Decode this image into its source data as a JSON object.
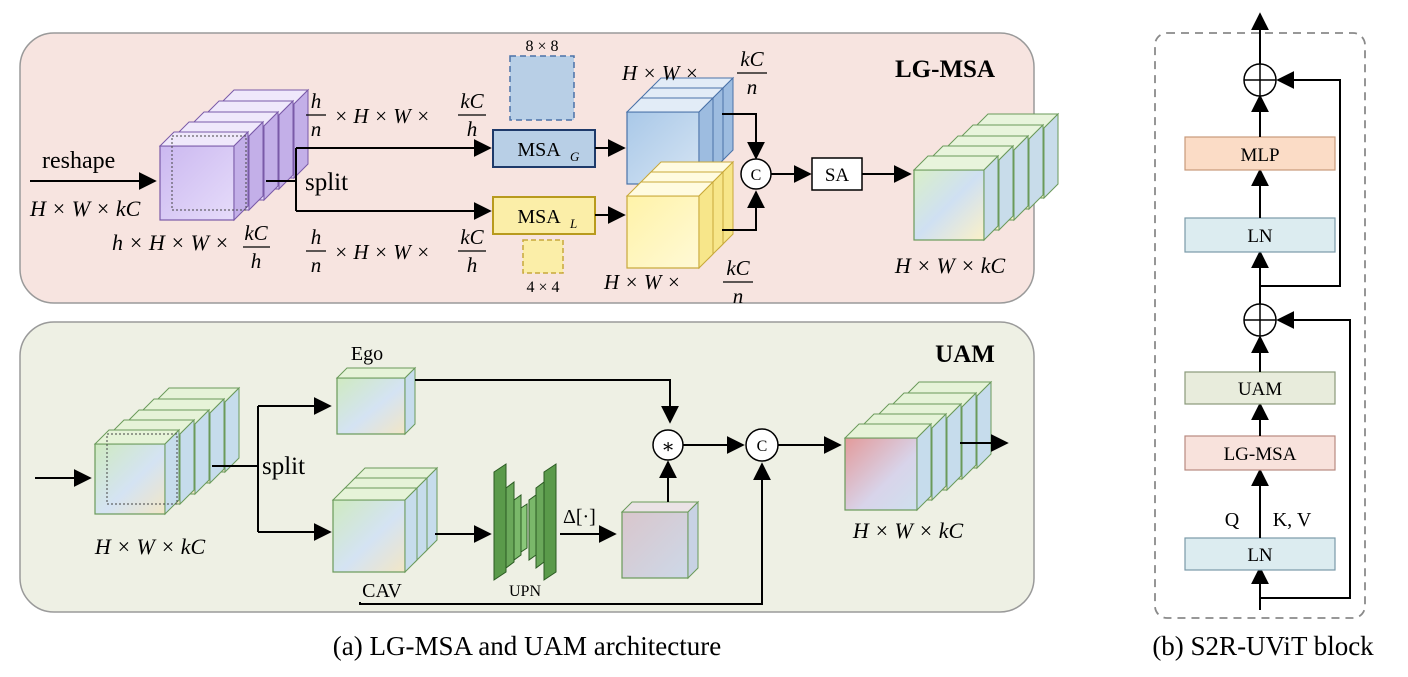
{
  "panel_a": {
    "caption": "(a) LG-MSA and UAM architecture",
    "lgmsa": {
      "title": "LG-MSA",
      "reshape_label": "reshape",
      "input_dim": "H × W × kC",
      "split_label": "split",
      "stack_dim_left": "h × H × W ×",
      "stack_dim_num": "kC",
      "stack_dim_den": "h",
      "branch_top_frac_num": "h",
      "branch_top_frac_den": "n",
      "branch_top_mid": "× H × W ×",
      "branch_top_frac2_num": "kC",
      "branch_top_frac2_den": "h",
      "msa_g": "MSA",
      "msa_g_sub": "G",
      "msa_l": "MSA",
      "msa_l_sub": "L",
      "win_g": "8 × 8",
      "win_l": "4 × 4",
      "out_top_left": "H × W ×",
      "out_top_num": "kC",
      "out_top_den": "n",
      "concat": "C",
      "sa": "SA",
      "output_dim": "H × W × kC",
      "colors": {
        "panel": "#f7e4e0",
        "msa_g": "#b8cfe6",
        "msa_l": "#fbeea8",
        "purple": "#d8c8f2"
      }
    },
    "uam": {
      "title": "UAM",
      "split_label": "split",
      "input_dim": "H × W × kC",
      "ego_label": "Ego",
      "cav_label": "CAV",
      "upn_label": "UPN",
      "delta_label": "Δ[·]",
      "multiply": "∗",
      "concat": "C",
      "output_dim": "H × W × kC",
      "colors": {
        "panel": "#eef0e4",
        "upn": "#6aa25a"
      }
    }
  },
  "panel_b": {
    "caption": "(b) S2R-UViT block",
    "blocks": {
      "mlp": "MLP",
      "ln_top": "LN",
      "uam": "UAM",
      "lgmsa": "LG-MSA",
      "ln_bottom": "LN"
    },
    "q_label": "Q",
    "kv_label": "K, V",
    "colors": {
      "mlp": "#fbdcc6",
      "ln": "#dcecf0",
      "uam": "#e8ecdc",
      "lgmsa": "#f8e2dc"
    }
  }
}
